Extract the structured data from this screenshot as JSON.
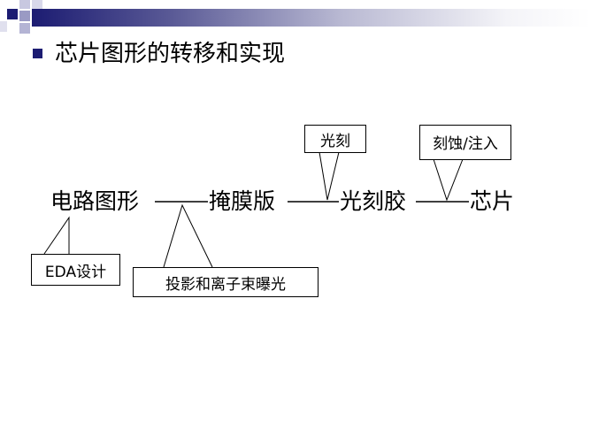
{
  "slide": {
    "title": "芯片图形的转移和实现",
    "flow": [
      "电路图形",
      "掩膜版",
      "光刻胶",
      "芯片"
    ],
    "callouts": {
      "eda": "EDA设计",
      "exposure": "投影和离子束曝光",
      "lithography": "光刻",
      "etch": "刻蚀/注入"
    },
    "colors": {
      "accent": "#1c1c72"
    }
  }
}
